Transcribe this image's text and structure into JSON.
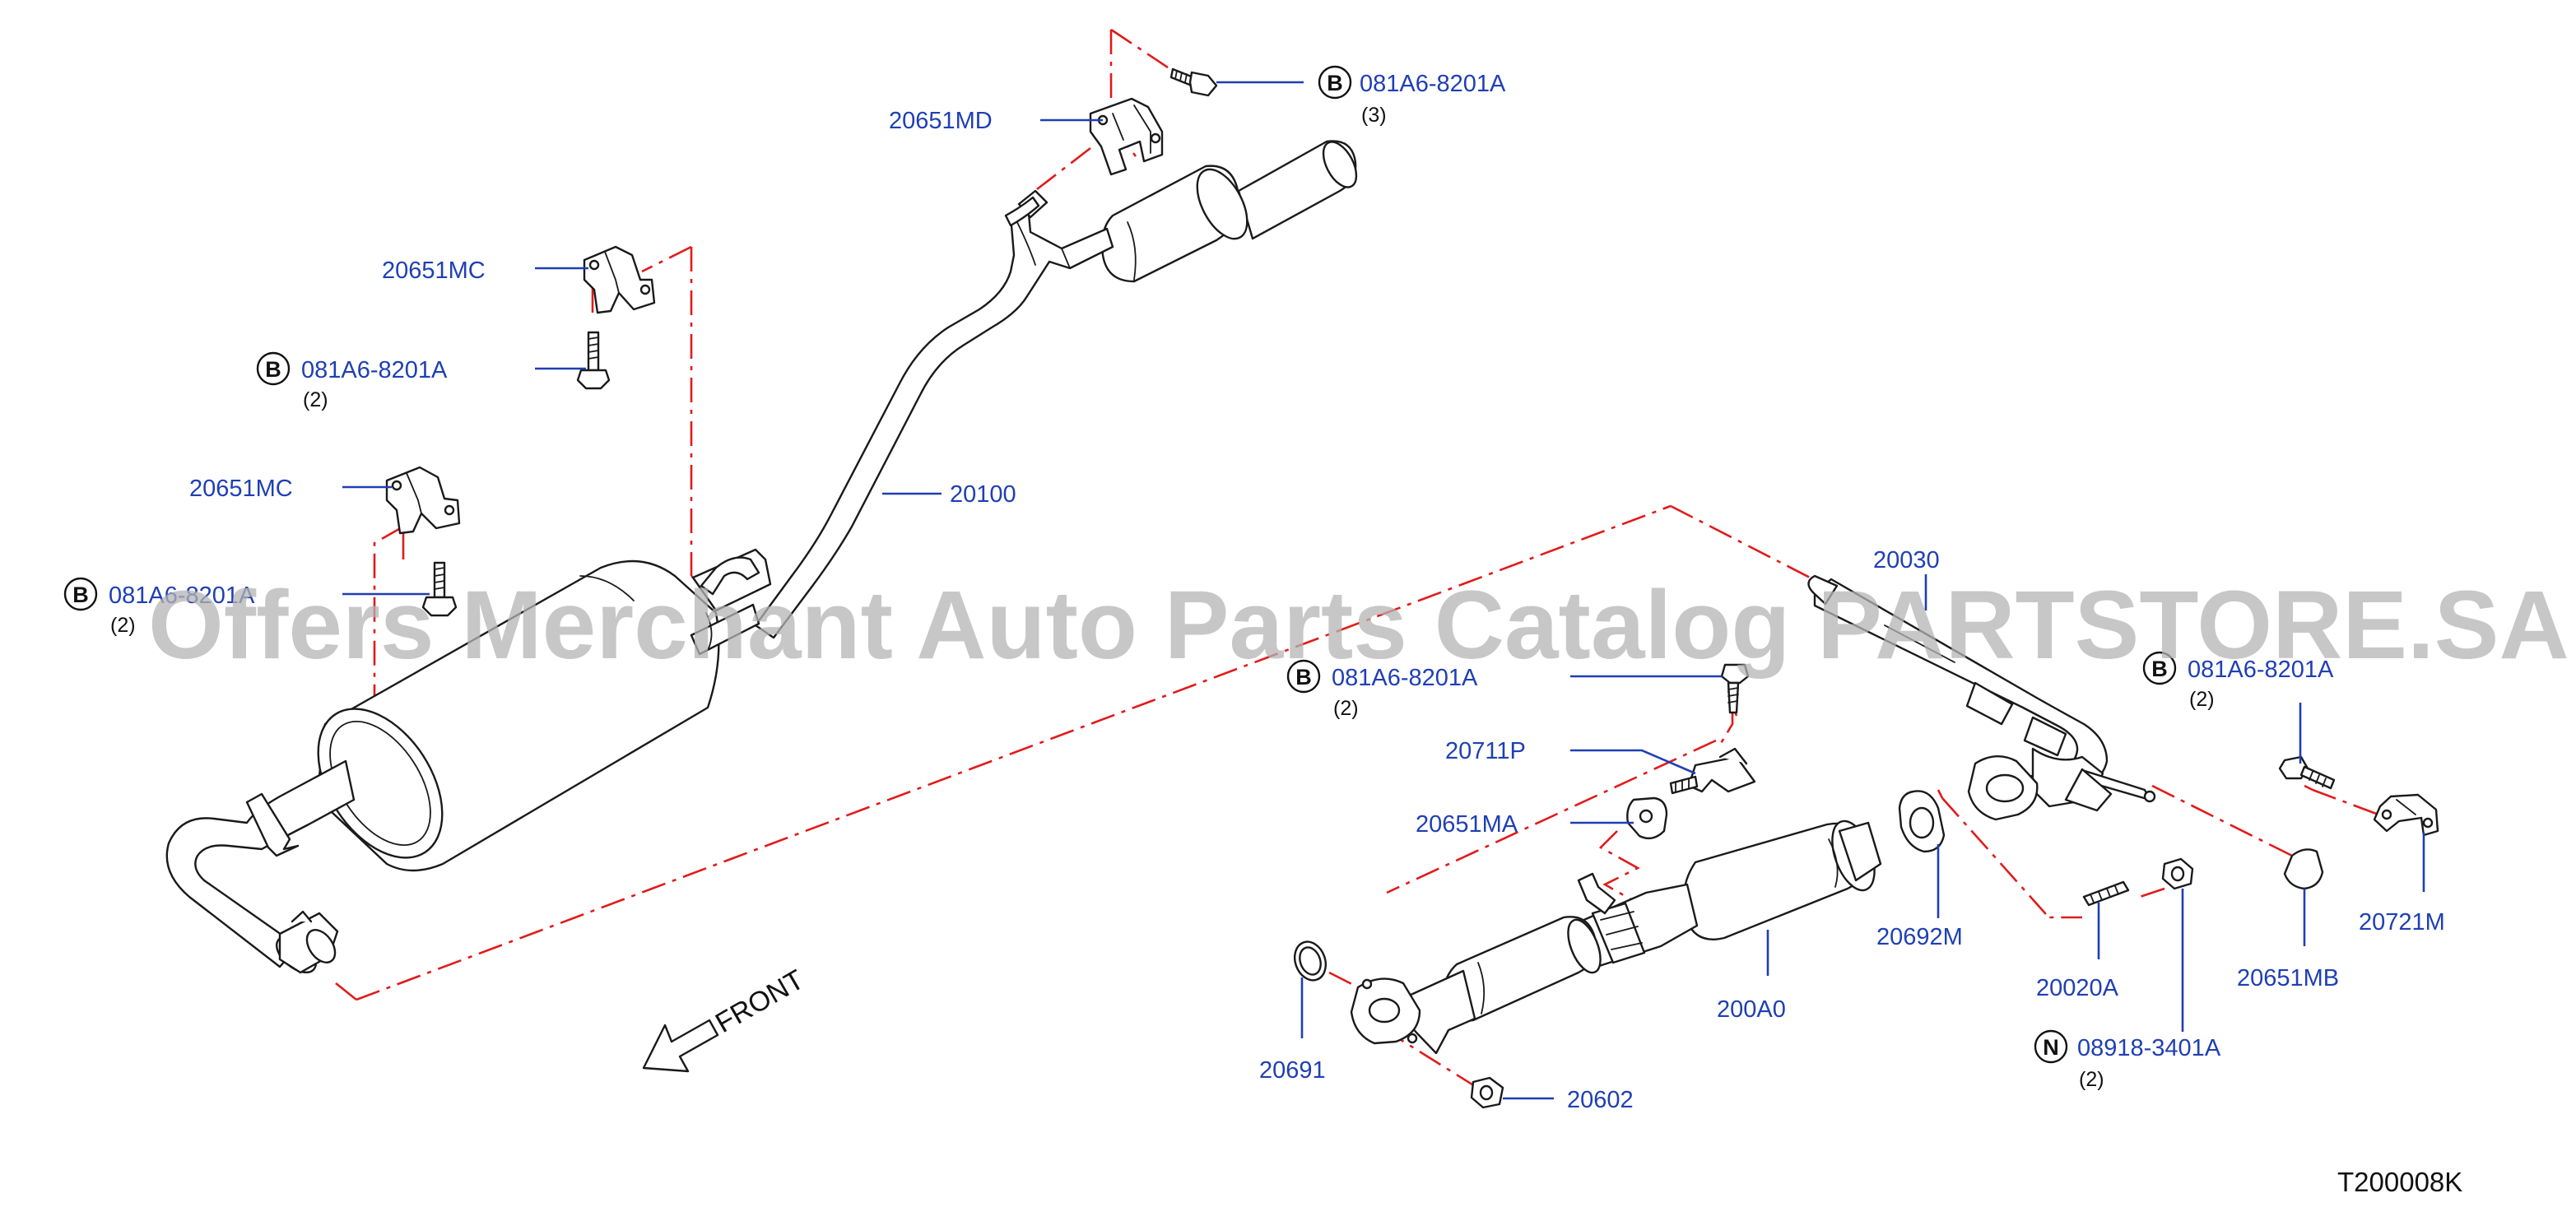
{
  "watermark": "Offers Merchant Auto Parts Catalog PARTSTORE.SA",
  "drawing_code": "T200008K",
  "front_label": "FRONT",
  "callouts": [
    {
      "id": "bolt-top",
      "mark": "B",
      "part": "081A6-8201A",
      "qty": "(3)"
    },
    {
      "id": "bracket-md",
      "part": "20651MD"
    },
    {
      "id": "bracket-mc-upper",
      "part": "20651MC"
    },
    {
      "id": "bolt-left-upper",
      "mark": "B",
      "part": "081A6-8201A",
      "qty": "(2)"
    },
    {
      "id": "main-muffler",
      "part": "20100"
    },
    {
      "id": "bracket-mc-lower",
      "part": "20651MC"
    },
    {
      "id": "bolt-left-lower",
      "mark": "B",
      "part": "081A6-8201A",
      "qty": "(2)"
    },
    {
      "id": "front-tube",
      "part": "20030"
    },
    {
      "id": "bolt-center",
      "mark": "B",
      "part": "081A6-8201A",
      "qty": "(2)"
    },
    {
      "id": "bolt-right",
      "mark": "B",
      "part": "081A6-8201A",
      "qty": "(2)"
    },
    {
      "id": "bracket-p",
      "part": "20711P"
    },
    {
      "id": "mount-ma",
      "part": "20651MA"
    },
    {
      "id": "gasket-m",
      "part": "20692M"
    },
    {
      "id": "catalyst",
      "part": "200A0"
    },
    {
      "id": "stud",
      "part": "20020A"
    },
    {
      "id": "mount-mb",
      "part": "20651MB"
    },
    {
      "id": "bracket-m",
      "part": "20721M"
    },
    {
      "id": "nut",
      "mark": "N",
      "part": "08918-3401A",
      "qty": "(2)"
    },
    {
      "id": "seal-ring",
      "part": "20691"
    },
    {
      "id": "nut-front",
      "part": "20602"
    }
  ]
}
